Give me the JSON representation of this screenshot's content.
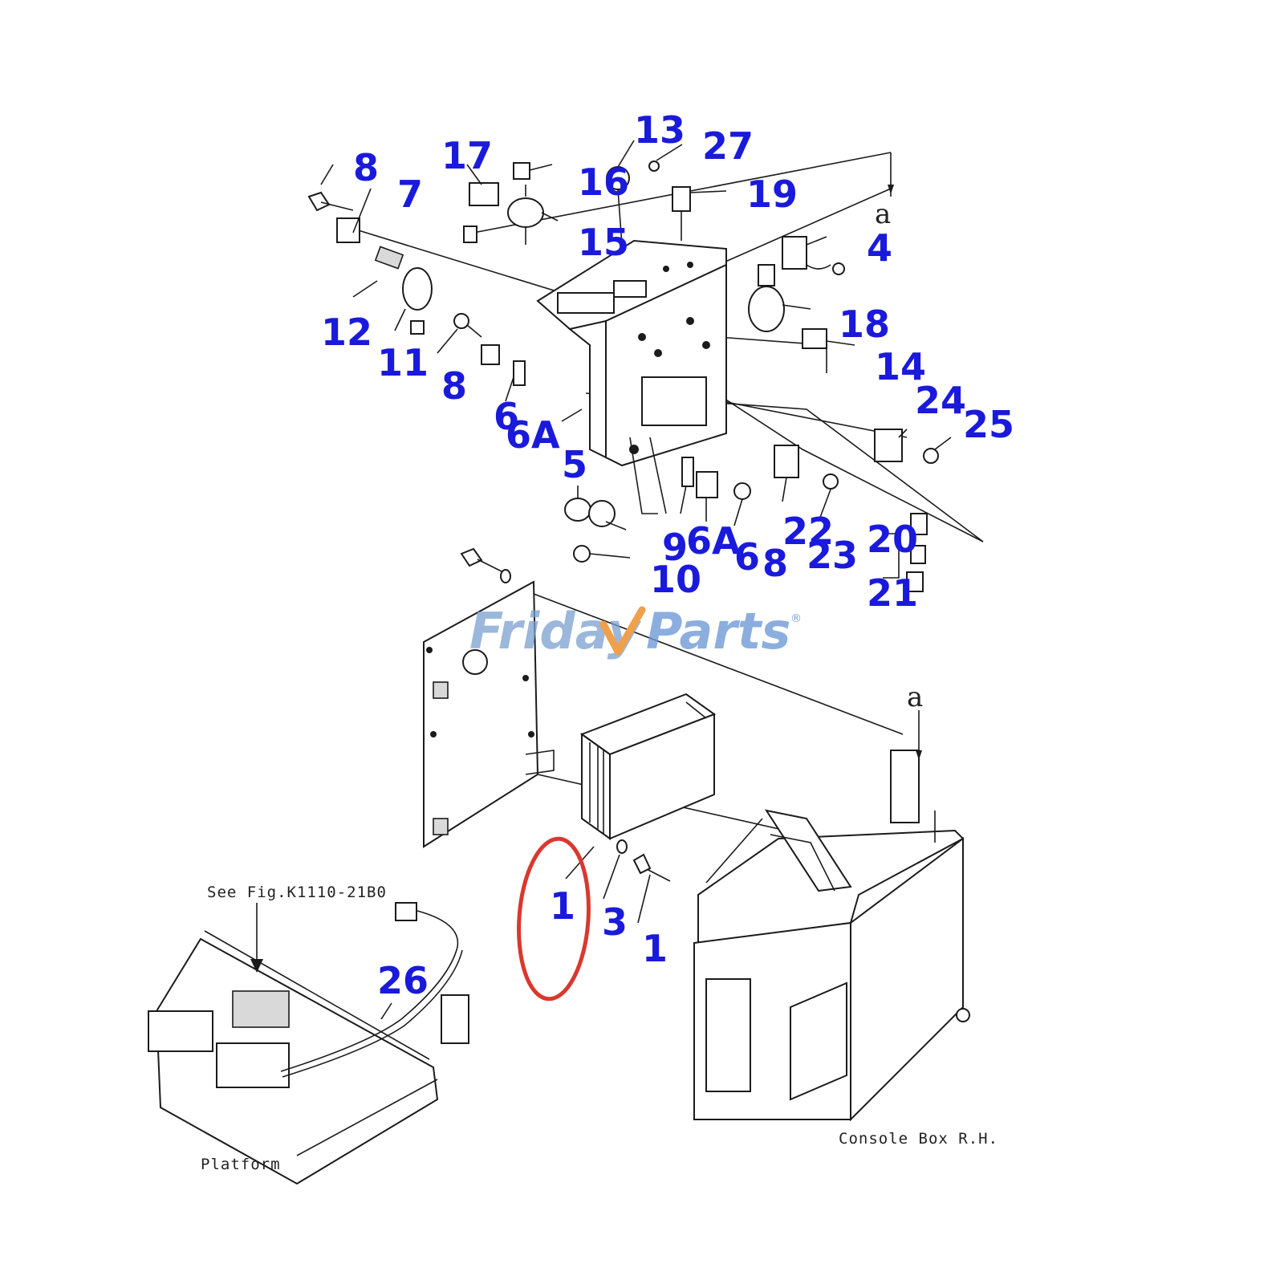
{
  "diagram": {
    "callouts": [
      {
        "id": "c8a",
        "text": "8"
      },
      {
        "id": "c7",
        "text": "7"
      },
      {
        "id": "c17",
        "text": "17"
      },
      {
        "id": "c13",
        "text": "13"
      },
      {
        "id": "c27",
        "text": "27"
      },
      {
        "id": "c16",
        "text": "16"
      },
      {
        "id": "c19",
        "text": "19"
      },
      {
        "id": "c15",
        "text": "15"
      },
      {
        "id": "c4",
        "text": "4"
      },
      {
        "id": "c12",
        "text": "12"
      },
      {
        "id": "c11",
        "text": "11"
      },
      {
        "id": "c18",
        "text": "18"
      },
      {
        "id": "c8b",
        "text": "8"
      },
      {
        "id": "c14",
        "text": "14"
      },
      {
        "id": "c6",
        "text": "6"
      },
      {
        "id": "c24",
        "text": "24"
      },
      {
        "id": "c25",
        "text": "25"
      },
      {
        "id": "c6A",
        "text": "6A"
      },
      {
        "id": "c5",
        "text": "5"
      },
      {
        "id": "c22",
        "text": "22"
      },
      {
        "id": "c20",
        "text": "20"
      },
      {
        "id": "c9",
        "text": "9"
      },
      {
        "id": "c6A2",
        "text": "6A"
      },
      {
        "id": "c6b",
        "text": "6"
      },
      {
        "id": "c8c",
        "text": "8"
      },
      {
        "id": "c23",
        "text": "23"
      },
      {
        "id": "c10",
        "text": "10"
      },
      {
        "id": "c21",
        "text": "21"
      },
      {
        "id": "c1a",
        "text": "1"
      },
      {
        "id": "c3",
        "text": "3"
      },
      {
        "id": "c1b",
        "text": "1"
      },
      {
        "id": "c26",
        "text": "26"
      }
    ],
    "reference_marks": [
      "a",
      "a"
    ],
    "notes": {
      "see_fig": "See Fig.K1110-21B0",
      "console_box": "Console Box R.H.",
      "platform": "Platform"
    },
    "highlight": {
      "label": "1",
      "color": "#d9382e"
    }
  },
  "watermark": {
    "part1": "Friday",
    "part2": "Parts",
    "mark": "®",
    "accent_color": "#f0a04b"
  },
  "colors": {
    "callout": "#1a1adc",
    "line": "#1b1b1b",
    "highlight": "#d9382e",
    "watermark": "#7a9fd0"
  }
}
